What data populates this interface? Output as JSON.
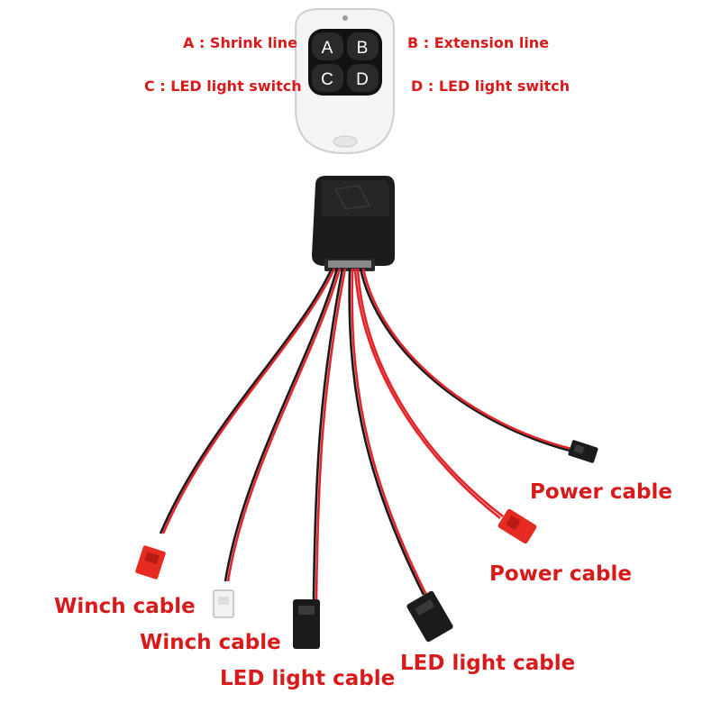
{
  "remote": {
    "buttons": [
      "A",
      "B",
      "C",
      "D"
    ],
    "labels": {
      "a": "A : Shrink line",
      "b": "B : Extension line",
      "c": "C : LED light switch",
      "d": "D : LED light switch"
    }
  },
  "cables": {
    "power_1": "Power cable",
    "power_2": "Power cable",
    "winch_1": "Winch cable",
    "winch_2": "Winch cable",
    "led_1": "LED light cable",
    "led_2": "LED light cable"
  },
  "colors": {
    "label": "#d91a1a",
    "wire_red": "#e0262b",
    "wire_black": "#1a1a1a",
    "module": "#1b1b1b",
    "remote_body": "#f3f3f3",
    "remote_keys": "#141414",
    "connector_red": "#e52a22",
    "connector_white": "#f2f2f2"
  }
}
